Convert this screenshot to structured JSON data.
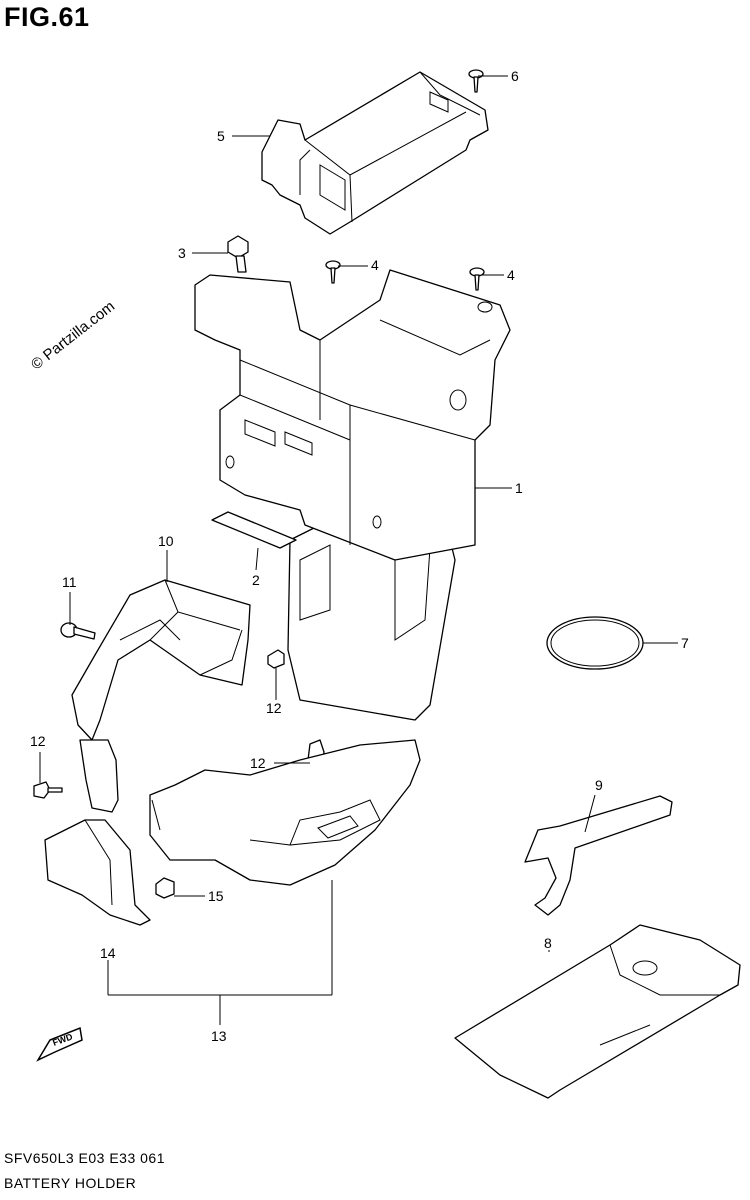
{
  "figure": {
    "title": "FIG.61"
  },
  "watermark": "© Partzilla.com",
  "footer": {
    "code": "SFV650L3  E03  E33  061",
    "name": "BATTERY HOLDER"
  },
  "fwd_label": "FWD",
  "callouts": {
    "c1": "1",
    "c2": "2",
    "c3": "3",
    "c4a": "4",
    "c4b": "4",
    "c5": "5",
    "c6": "6",
    "c7": "7",
    "c8": "8",
    "c9": "9",
    "c10": "10",
    "c11": "11",
    "c12a": "12",
    "c12b": "12",
    "c12c": "12",
    "c13": "13",
    "c14": "14",
    "c15": "15"
  }
}
